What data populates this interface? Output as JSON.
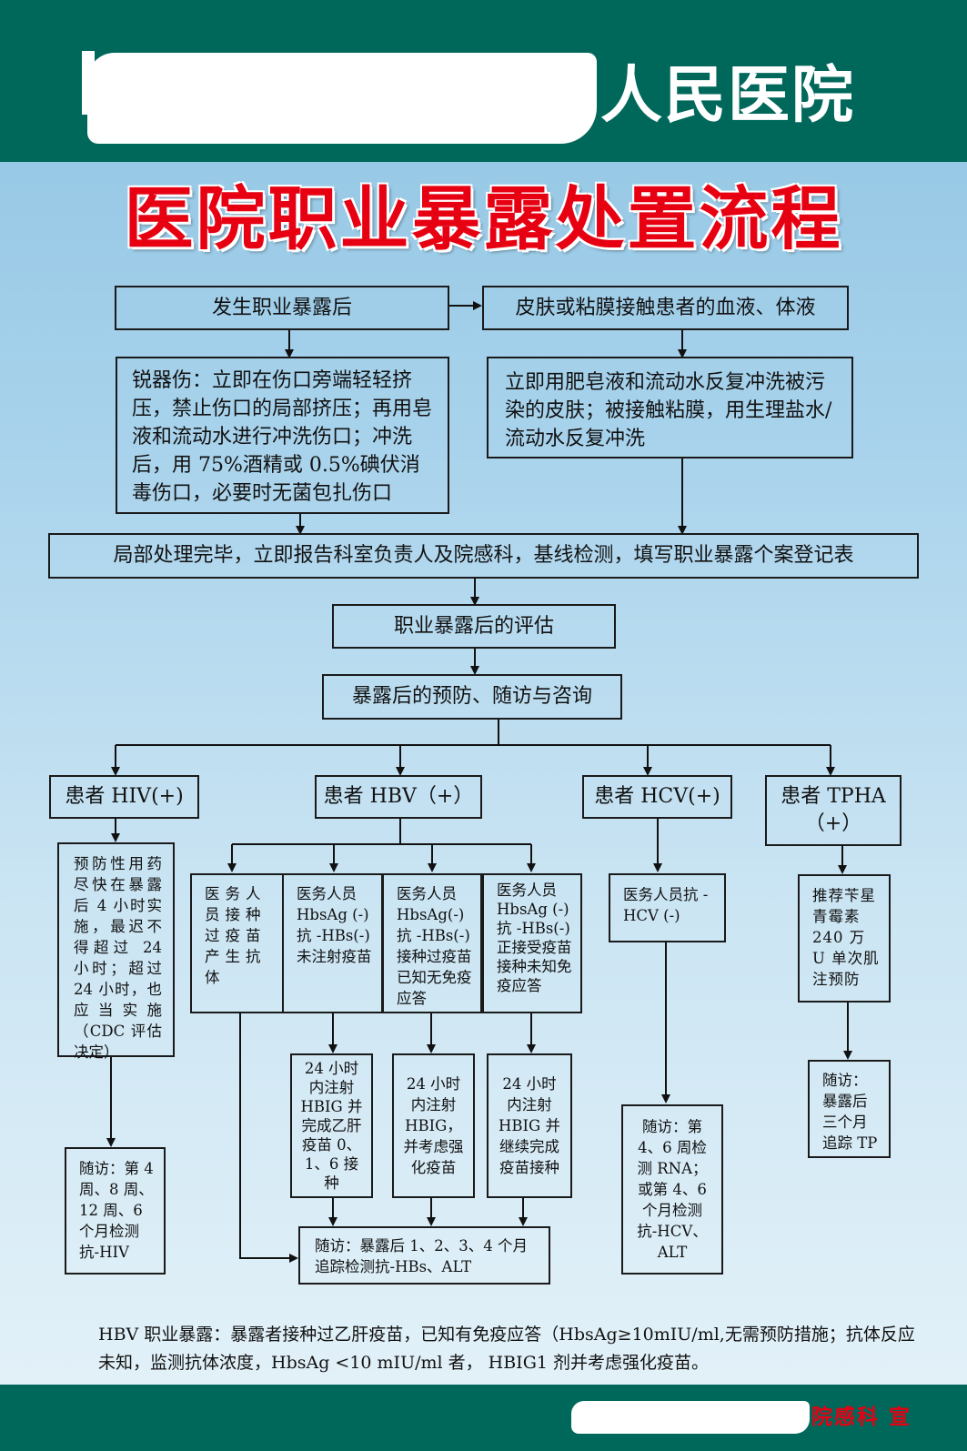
{
  "header": {
    "hospital_name": "人民医院"
  },
  "title": "医院职业暴露处置流程",
  "flow": {
    "exposure": "发生职业暴露后",
    "skin_contact": "皮肤或粘膜接触患者的血液、体液",
    "sharp_injury": "锐器伤：立即在伤口旁端轻轻挤压，禁止伤口的局部挤压；再用皂液和流动水进行冲洗伤口；冲洗后，用 75%酒精或 0.5%碘伏消毒伤口，必要时无菌包扎伤口",
    "skin_wash": "立即用肥皂液和流动水反复冲洗被污染的皮肤；被接触粘膜，用生理盐水/流动水反复冲洗",
    "report": "局部处理完毕，立即报告科室负责人及院感科，基线检测，填写职业暴露个案登记表",
    "evaluate": "职业暴露后的评估",
    "prevention": "暴露后的预防、随访与咨询",
    "hiv": {
      "title": "患者 HIV(+)",
      "prophylaxis": "预防性用药尽快在暴露后 4 小时实施，最迟不得超过 24 小时；超过 24 小时，也应当实施（CDC 评估决定）",
      "followup": "随访：第 4 周、8 周、12 周、6 个月检测抗-HIV"
    },
    "hbv": {
      "title": "患者 HBV（+）",
      "case1": "医务人员接种过疫苗产生抗体",
      "case2": "医务人员 HbsAg (-) 抗 -HBs(-) 未注射疫苗",
      "case3": "医务人员 HbsAg(-) 抗 -HBs(-) 接种过疫苗已知无免疫应答",
      "case4": "医务人员 HbsAg (-) 抗 -HBs(-) 正接受疫苗接种未知免疫应答",
      "action2": "24 小时内注射 HBIG 并完成乙肝疫苗 0、1、6 接种",
      "action3": "24 小时内注射 HBIG，并考虑强化疫苗",
      "action4": "24 小时内注射 HBIG 并继续完成疫苗接种",
      "followup": "随访：暴露后 1、2、3、4 个月追踪检测抗-HBs、ALT"
    },
    "hcv": {
      "title": "患者 HCV(+)",
      "staff": "医务人员抗 -HCV (-)",
      "followup": "随访：第 4、6 周检测 RNA；或第 4、6 个月检测抗-HCV、ALT"
    },
    "tpha": {
      "title_line1": "患者 TPHA",
      "title_line2": "（+）",
      "recommend": "推荐苄星青霉素 240 万 U 单次肌注预防",
      "followup": "随访：暴露后三个月追踪 TP"
    }
  },
  "footnote": "HBV 职业暴露：暴露者接种过乙肝疫苗，已知有免疫应答（HbsAg≥10mIU/ml,无需预防措施；抗体反应未知，监测抗体浓度，HbsAg <10 mIU/ml 者， HBIG1 剂并考虑强化疫苗。",
  "footer": {
    "department": "院感科 宣"
  },
  "colors": {
    "header_green": "#00685b",
    "title_red": "#e60012",
    "background_blue": "#a9d3ec"
  }
}
